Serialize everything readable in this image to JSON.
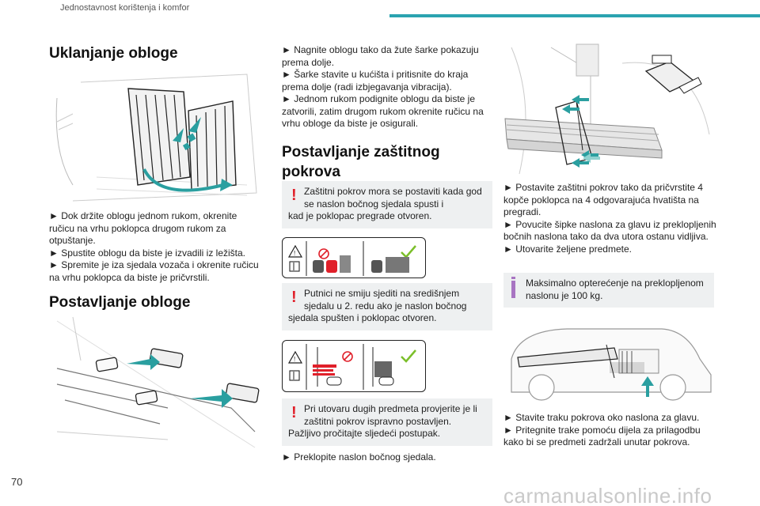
{
  "header": {
    "section": "Jednostavnost korištenja i komfor"
  },
  "col1": {
    "title1": "Uklanjanje obloge",
    "steps1": [
      "► Dok držite oblogu jednom rukom, okrenite ručicu na vrhu poklopca drugom rukom za otpuštanje.",
      "► Spustite oblogu da biste je izvadili iz ležišta.",
      "► Spremite je iza sjedala vozača i okrenite ručicu na vrhu poklopca da biste je pričvrstili."
    ],
    "title2": "Postavljanje obloge"
  },
  "col2": {
    "steps": [
      "► Nagnite oblogu tako da žute šarke pokazuju prema dolje.",
      "► Šarke stavite u kućišta i pritisnite do kraja prema dolje (radi izbjegavanja vibracija).",
      "► Jednom rukom podignite oblogu da biste je zatvorili, zatim drugom rukom okrenite ručicu na vrhu obloge da biste je osigurali."
    ],
    "title": "Postavljanje zaštitnog pokrova",
    "warn1_a": "Zaštitni pokrov mora se postaviti kada god se naslon bočnog sjedala spusti i",
    "warn1_b": "kad je poklopac pregrade otvoren.",
    "warn2_a": "Putnici ne smiju sjediti na središnjem sjedalu u 2. redu ako je naslon bočnog",
    "warn2_b": "sjedala spušten i poklopac otvoren.",
    "warn3_a": "Pri utovaru dugih predmeta provjerite je li zaštitni pokrov ispravno postavljen.",
    "warn3_b": "Pažljivo pročitajte sljedeći postupak.",
    "step_last": "► Preklopite naslon bočnog sjedala."
  },
  "col3": {
    "steps1": [
      "► Postavite zaštitni pokrov tako da pričvrstite 4 kopče poklopca na 4 odgovarajuća hvatišta na pregradi.",
      "► Povucite šipke naslona za glavu iz preklopljenih bočnih naslona tako da dva utora ostanu vidljiva.",
      "► Utovarite željene predmete."
    ],
    "info": "Maksimalno opterećenje na preklopljenom naslonu je 100 kg.",
    "steps2": [
      "► Stavite traku pokrova oko naslona za glavu.",
      "► Pritegnite trake pomoću dijela za prilagodbu kako bi se predmeti zadržali unutar pokrova."
    ]
  },
  "footer": {
    "page": "70",
    "watermark": "carmanualsonline.info"
  },
  "colors": {
    "accent": "#2aa3b0",
    "warning": "#e0202a",
    "info": "#a874c2",
    "box_bg": "#eef0f1",
    "arrow": "#2a9fa0"
  }
}
